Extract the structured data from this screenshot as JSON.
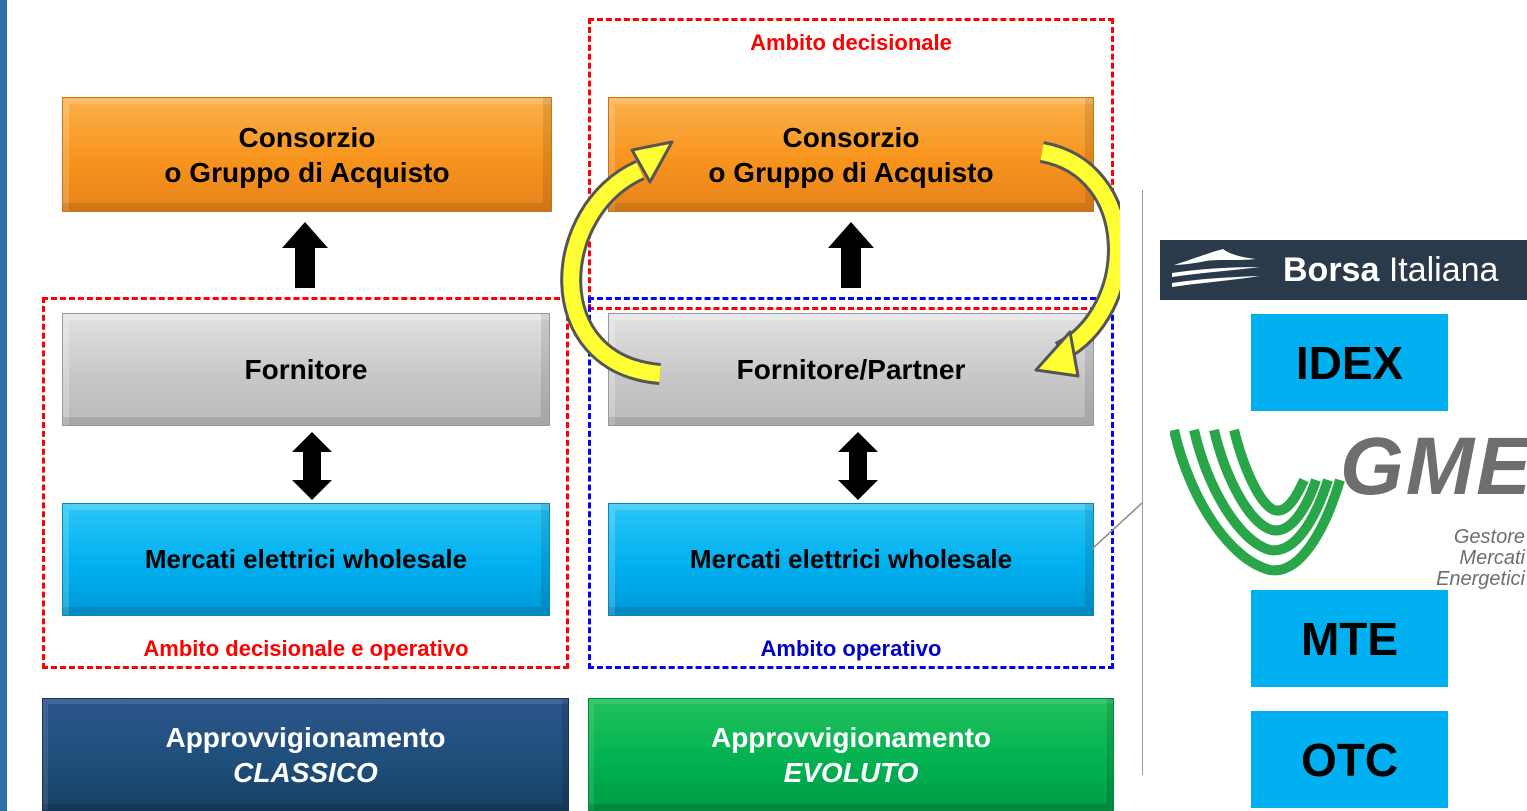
{
  "left_column": {
    "consorzio": {
      "line1": "Consorzio",
      "line2": "o Gruppo di Acquisto"
    },
    "fornitore": "Fornitore",
    "mercati": "Mercati elettrici wholesale",
    "region_label": "Ambito decisionale e operativo",
    "bottom": {
      "line1": "Approvvigionamento",
      "line2": "CLASSICO"
    }
  },
  "right_column": {
    "top_region_label": "Ambito decisionale",
    "consorzio": {
      "line1": "Consorzio",
      "line2": "o Gruppo di Acquisto"
    },
    "fornitore": "Fornitore/Partner",
    "mercati": "Mercati elettrici wholesale",
    "region_label": "Ambito operativo",
    "bottom": {
      "line1": "Approvvigionamento",
      "line2": "EVOLUTO"
    }
  },
  "markets": {
    "borsa": {
      "bold": "Borsa",
      "rest": " Italiana"
    },
    "idex": "IDEX",
    "gme": {
      "logo": "GME",
      "sub1": "Gestore",
      "sub2": "Mercati",
      "sub3": "Energetici"
    },
    "mte": "MTE",
    "otc": "OTC"
  },
  "colors": {
    "orange": "#f7941d",
    "gray": "#c8c8c8",
    "cyan": "#00b0f0",
    "navy": "#1f4e79",
    "green": "#00b050",
    "red_dash": "#ff0000",
    "blue_dash": "#0000ff",
    "yellow_arrow": "#ffff33"
  }
}
